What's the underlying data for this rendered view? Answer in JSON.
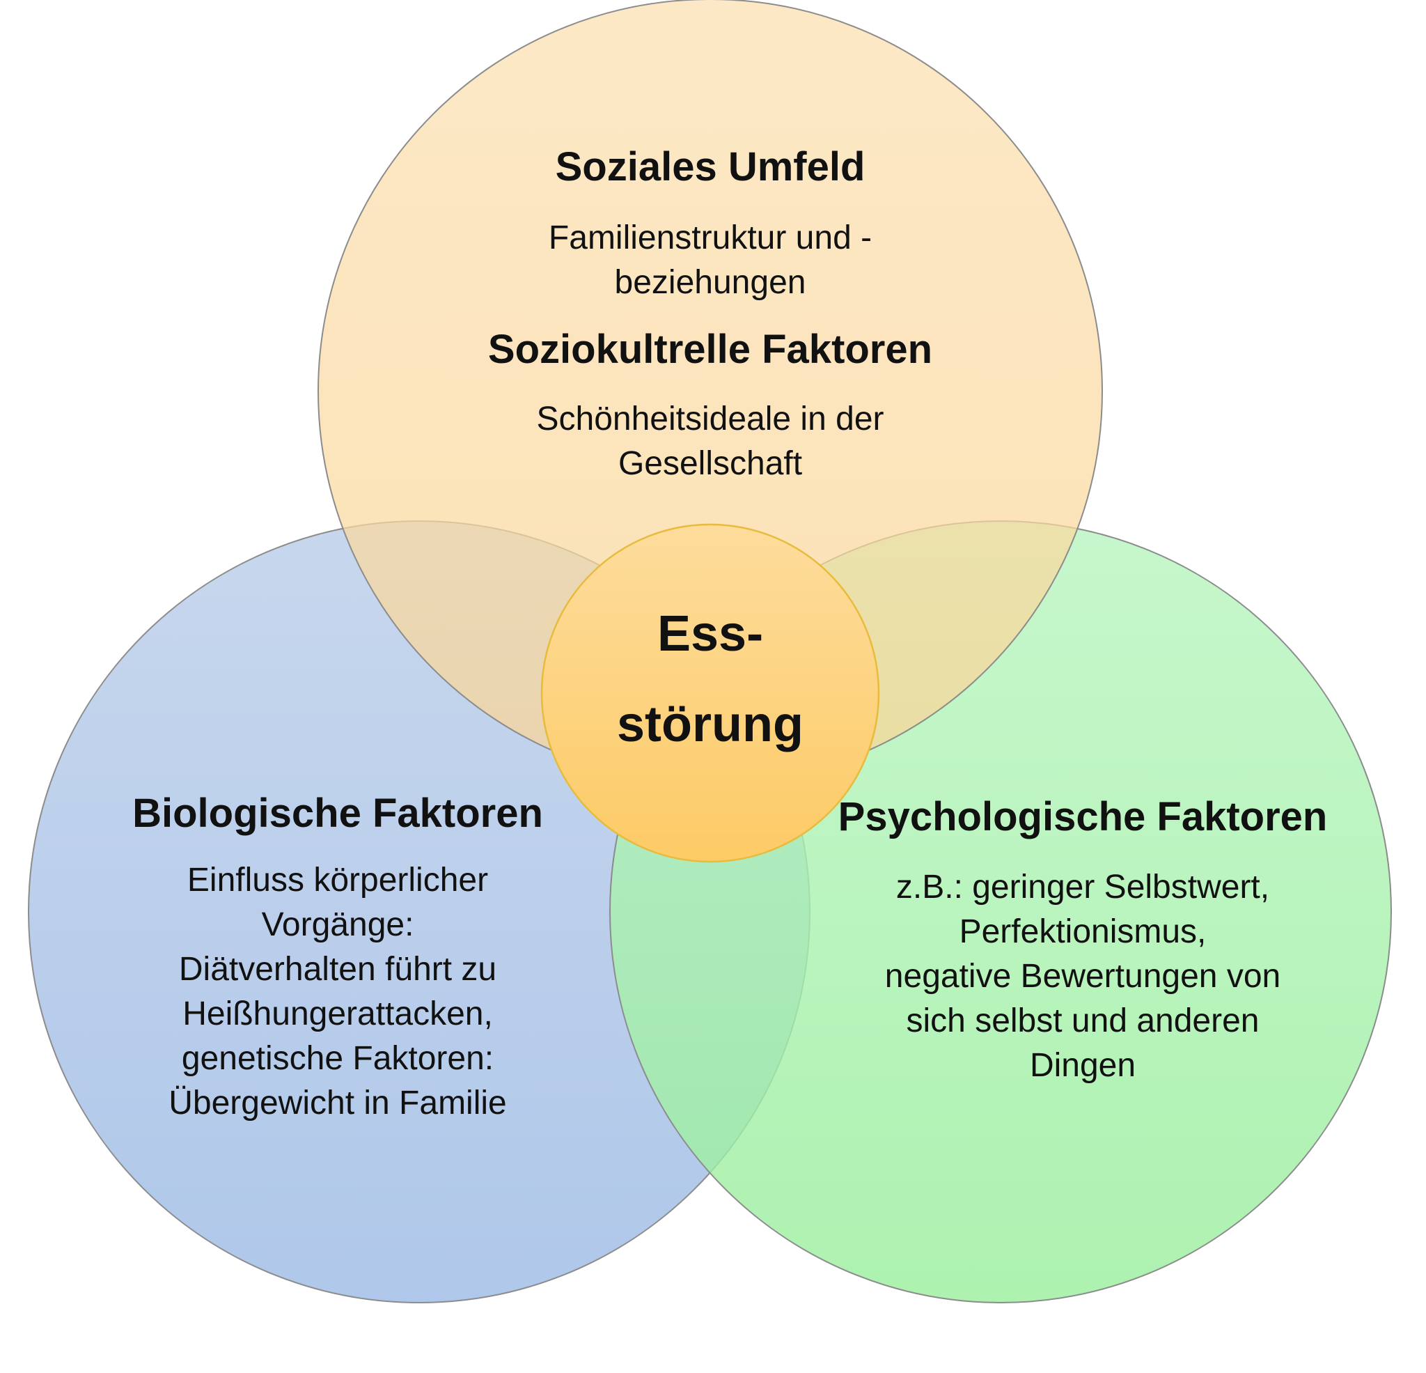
{
  "circles": [
    {
      "name": "soziales-umfeld-circle",
      "fill_top": "#fce0b1",
      "fill_bottom": "#f9d596",
      "stroke": "#8c8c8c"
    },
    {
      "name": "biologische-faktoren-circle",
      "fill_top": "#c3d4ec",
      "fill_bottom": "#a9c3e8",
      "stroke": "#8c8c8c"
    },
    {
      "name": "psychologische-faktoren-circle",
      "fill_top": "#b8f5c0",
      "fill_bottom": "#99ee9c",
      "stroke": "#8c8c8c"
    },
    {
      "name": "essstoerung-center-circle",
      "fill_top": "#fddc9c",
      "fill_bottom": "#fdcb66",
      "stroke": "#e8bb3c"
    }
  ],
  "top": {
    "title_1": "Soziales Umfeld",
    "text_1": "Familienstruktur und -\nbeziehungen",
    "title_2": "Soziokultrelle Faktoren",
    "text_2": "Schönheitsideale in der\nGesellschaft"
  },
  "left": {
    "title": "Biologische Faktoren",
    "text": "Einfluss körperlicher\nVorgänge:\nDiätverhalten führt zu\nHeißhungerattacken,\ngenetische Faktoren:\nÜbergewicht in Familie"
  },
  "right": {
    "title": "Psychologische Faktoren",
    "text": "z.B.: geringer Selbstwert,\nPerfektionismus,\nnegative Bewertungen von\nsich selbst und anderen\nDingen"
  },
  "center": {
    "label": "Ess-\nstörung"
  }
}
